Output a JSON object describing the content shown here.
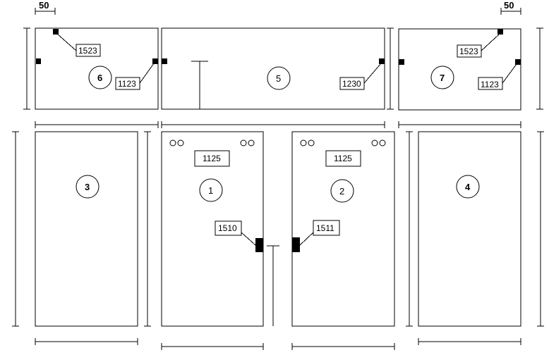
{
  "dimensions": {
    "left_top": "50",
    "right_top": "50"
  },
  "panels": {
    "p1": "1",
    "p2": "2",
    "p3": "3",
    "p4": "4",
    "p5": "5",
    "p6": "6",
    "p7": "7"
  },
  "part_codes": {
    "p6_top": "1523",
    "p6_side": "1123",
    "p5_side": "1230",
    "p7_top": "1523",
    "p7_side": "1123",
    "p1_handle": "1125",
    "p2_handle": "1125",
    "p1_hinge": "1510",
    "p2_hinge": "1511"
  }
}
